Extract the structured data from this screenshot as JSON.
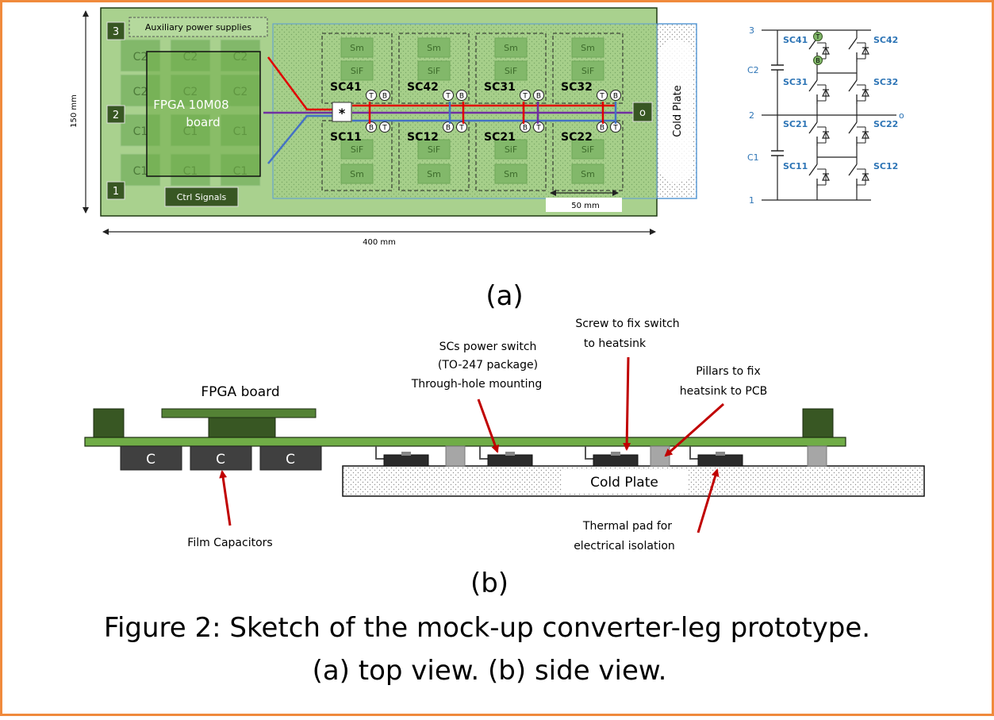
{
  "top_view": {
    "terminal_labels": [
      "1",
      "2",
      "3"
    ],
    "aux_supplies_label": "Auxiliary power supplies",
    "fpga_label_line1": "FPGA 10M08",
    "fpga_label_line2": "board",
    "ctrl_signals_label": "Ctrl Signals",
    "cap_labels": [
      "C2",
      "C2",
      "C2",
      "C2",
      "C2",
      "C2",
      "C1",
      "C1",
      "C1",
      "C1",
      "C1",
      "C1"
    ],
    "module_sm": "Sm",
    "module_sif": "SiF",
    "switch_cells_top": [
      "SC41",
      "SC42",
      "SC31",
      "SC32"
    ],
    "switch_cells_bottom": [
      "SC11",
      "SC12",
      "SC21",
      "SC22"
    ],
    "t_marker": "T",
    "b_marker": "B",
    "star_label": "*",
    "output_label": "o",
    "cold_plate_label": "Cold Plate",
    "dim_height": "150 mm",
    "dim_width": "400 mm",
    "dim_module": "50 mm",
    "panel_label": "(a)"
  },
  "schematic": {
    "node_labels": [
      "3",
      "2",
      "1"
    ],
    "cap_labels": [
      "C2",
      "C1"
    ],
    "left_cells": [
      "SC41",
      "SC31",
      "SC21",
      "SC11"
    ],
    "right_cells": [
      "SC42",
      "SC32",
      "SC22",
      "SC12"
    ],
    "output_label": "o",
    "t_marker": "T",
    "b_marker": "B"
  },
  "side_view": {
    "fpga_label": "FPGA board",
    "cap_letter": "C",
    "film_caps_label": "Film Capacitors",
    "switch_label_line1": "SCs power switch",
    "switch_label_line2": "(TO-247 package)",
    "switch_label_line3": "Through-hole mounting",
    "screw_label_line1": "Screw to fix switch",
    "screw_label_line2": "to heatsink",
    "pillars_label_line1": "Pillars to fix",
    "pillars_label_line2": "heatsink to PCB",
    "cold_plate_label": "Cold Plate",
    "thermal_pad_label_line1": "Thermal pad for",
    "thermal_pad_label_line2": "electrical isolation",
    "panel_label": "(b)"
  },
  "caption": {
    "line1": "Figure 2: Sketch of the mock-up converter-leg prototype.",
    "line2": "(a) top view. (b) side view."
  },
  "colors": {
    "frame": "#f08a3c",
    "board_green": "#a9d18e",
    "dark_green": "#385723",
    "module_green": "#82b86a",
    "red_bus": "#e00000",
    "blue_bus": "#4472c4",
    "purple_bus": "#7030a0",
    "schematic_text": "#2e75b6",
    "pcb_green": "#70ad47",
    "cap_gray": "#404040",
    "arrow_red": "#c00000"
  }
}
